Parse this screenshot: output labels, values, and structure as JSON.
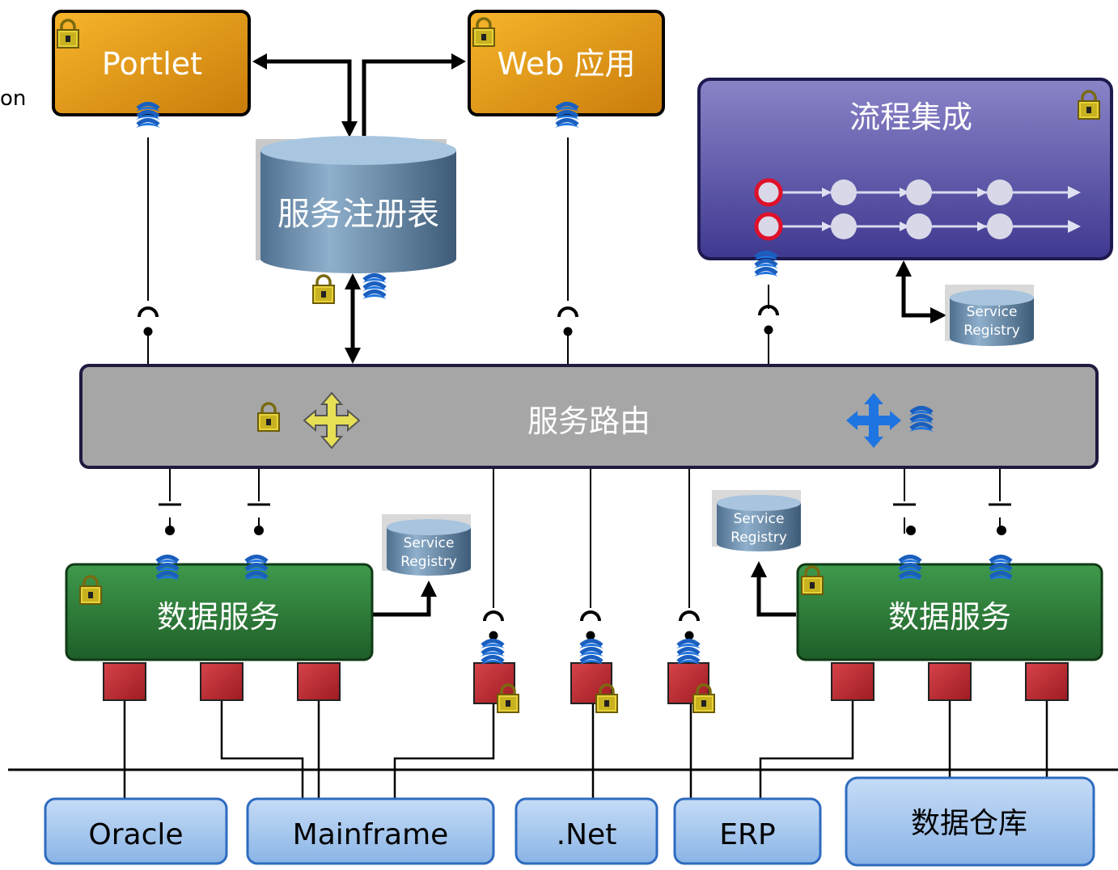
{
  "corner_fragment": "on",
  "nodes": {
    "portlet": "Portlet",
    "web_app": "Web 应用",
    "process_integration": "流程集成",
    "service_registry_main": "服务注册表",
    "service_routing": "服务路由",
    "data_service_left": "数据服务",
    "data_service_right": "数据服务"
  },
  "small_registry": {
    "line1": "Service",
    "line2": "Registry"
  },
  "backends": [
    "Oracle",
    "Mainframe",
    ".Net",
    "ERP",
    "数据仓库"
  ],
  "colors": {
    "orange": "#f0a21a",
    "purple": "#5e56a6",
    "green": "#2f7d3b",
    "router_gray": "#a6a6a6",
    "backend_blue": "#a8c8ef",
    "adapter_red": "#c0272d",
    "wsdl_blue": "#1e74e0"
  }
}
